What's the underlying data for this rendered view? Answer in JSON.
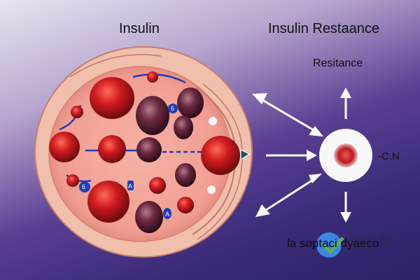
{
  "labels": {
    "title_left": "Insulin",
    "title_right": "Insulin Restaance",
    "label_top": "Resitance",
    "label_right": "-C.N",
    "label_bottom": "la soptaci dyaeco",
    "watermark": "超级网"
  },
  "badges": [
    "6",
    "6",
    "A",
    "A"
  ],
  "colors": {
    "cell_outer": "#f2b6a0",
    "cell_inner": "#f4a49a",
    "red_cell": "#c8161b",
    "dark_cell": "#5a1d33",
    "arrow": "#ffffff",
    "blue_connector": "#1f3fb8"
  }
}
